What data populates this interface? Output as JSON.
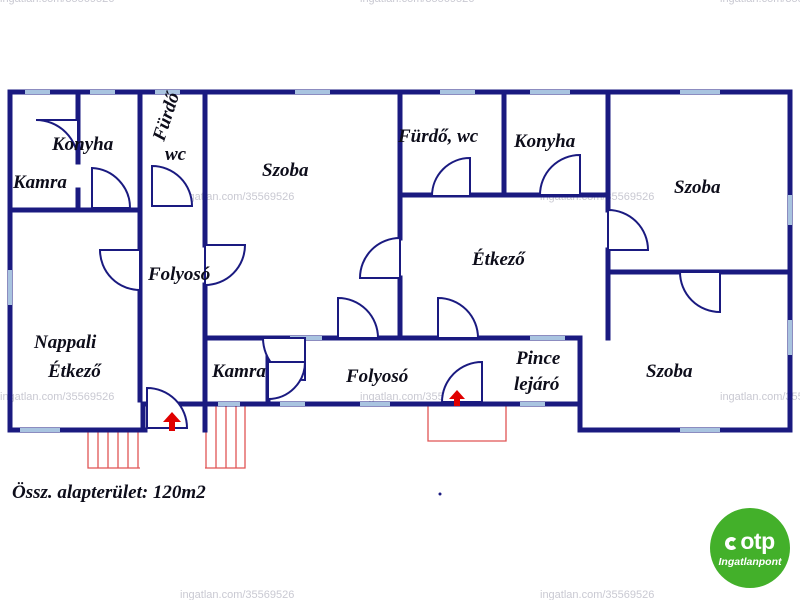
{
  "rooms": {
    "konyha_left": "Konyha",
    "kamra_left": "Kamra",
    "furdo_left_1": "Fürdő",
    "furdo_left_2": "wc",
    "szoba_center": "Szoba",
    "folyoso_left": "Folyosó",
    "nappali_1": "Nappali",
    "nappali_2": "Étkező",
    "kamra_bottom": "Kamra",
    "furdo_right": "Fürdő, wc",
    "konyha_right": "Konyha",
    "szoba_right_top": "Szoba",
    "etkezo": "Étkező",
    "folyoso_bottom": "Folyosó",
    "pince_1": "Pince",
    "pince_2": "lejáró",
    "szoba_right_bottom": "Szoba"
  },
  "watermark": "ingatlan.com/35569526",
  "total_area": "Össz. alapterület: 120m2",
  "logo": {
    "name": "otp",
    "subtitle": "Ingatlanpont",
    "color": "#43b02a"
  },
  "colors": {
    "wall": "#1a1a80",
    "window": "#a9c4e0",
    "steps": "#e05555",
    "arrow": "#e00000"
  }
}
